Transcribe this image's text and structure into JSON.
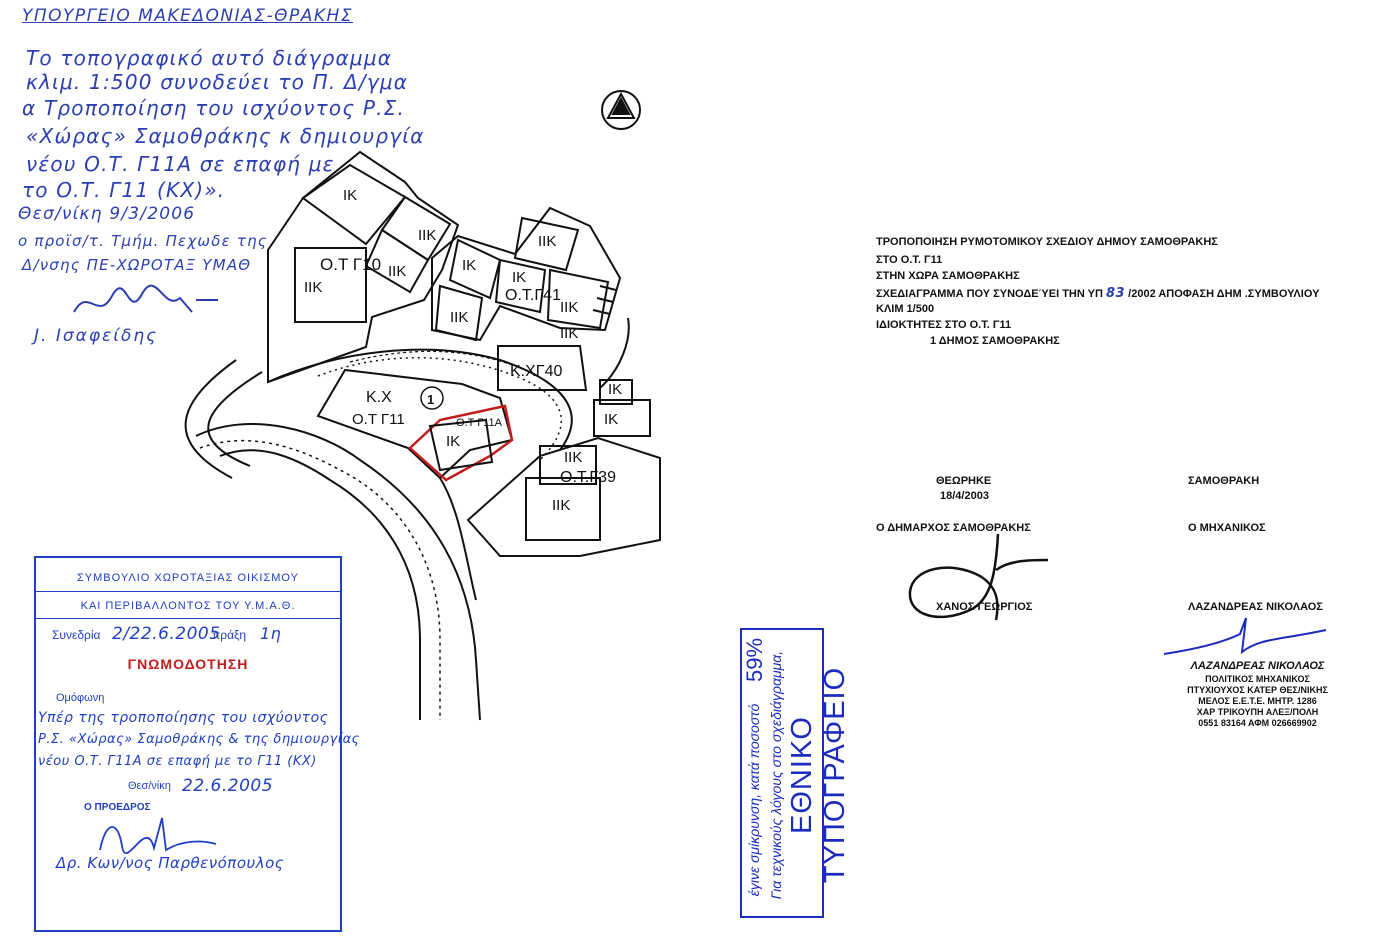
{
  "note": {
    "heading": "ΥΠΟΥΡΓΕΙΟ ΜΑΚΕΔΟΝΙΑΣ-ΘΡΑΚΗΣ",
    "lines": [
      "Το τοπογραφικό αυτό διάγραμμα",
      "κλιμ. 1:500 συνοδεύει το Π. Δ/γμα",
      "α Τροποποίηση του ισχύοντος Ρ.Σ.",
      "«Χώρας» Σαμοθράκης κ δημιουργία",
      "νέου Ο.Τ. Γ11Α σε επαφή με",
      "το Ο.Τ. Γ11 (ΚΧ)».",
      "Θεσ/νίκη 9/3/2006",
      "ο προϊσ/τ. Τμήμ. Πεχωδε της",
      "Δ/νσης ΠΕ-ΧΩΡΟΤΑΞ ΥΜΑΘ",
      "J. Ισαφείδης"
    ]
  },
  "map": {
    "labels": [
      "ΙΚ",
      "ΙΙΚ",
      "Ο.Τ Γ10",
      "ΙΙΚ",
      "ΙΙΚ",
      "ΙΙΚ",
      "ΙΚ",
      "ΙΙΚ",
      "ΙΚ",
      "Ο.Τ.Γ41",
      "ΙΙΚ",
      "ΙΙΚ",
      "Κ.ΧΓ40",
      "Κ.Χ",
      "Ο.Τ   Γ11",
      "1",
      "Ο.Τ Γ11Α",
      "ΙΚ",
      "ΙΚ",
      "ΙΚ",
      "ΙΙΚ",
      "Ο.Τ.Γ39",
      "ΙΙΚ"
    ]
  },
  "title_block": {
    "lines": [
      "ΤΡΟΠΟΠΟΙΗΣΗ ΡΥΜΟΤΟΜΙΚΟΥ ΣΧΕΔΙΟΥ ΔΗΜΟΥ ΣΑΜΟΘΡΑΚΗΣ",
      "ΣΤΟ  Ο.Τ. Γ11",
      "ΣΤΗΝ ΧΩΡΑ ΣΑΜΟΘΡΑΚΗΣ",
      "ΚΛΙΜ 1/500",
      "ΙΔΙΟΚΤΗΤΕΣ ΣΤΟ Ο.Τ.  Γ11",
      "1  ΔΗΜΟΣ ΣΑΜΟΘΡΑΚΗΣ"
    ],
    "sketch_pre": "ΣΧΕΔΙΑΓΡΑΜΜΑ ΠΟΥ ΣΥΝΟΔΕΎΕΙ ΤΗΝ  ΥΠ",
    "sketch_num": "83",
    "sketch_year": "/2002",
    "sketch_post": "ΑΠΟΦΑΣΗ ΔΗΜ .ΣΥΜΒΟΥΛΙΟΥ"
  },
  "signatures": {
    "reviewed": "ΘΕΩΡΗΚΕ",
    "date": "18/4/2003",
    "place": "ΣΑΜΟΘΡΑΚΗ",
    "mayor_role": "Ο ΔΗΜΑΡΧΟΣ ΣΑΜΟΘΡΑΚΗΣ",
    "engineer_role": "Ο ΜΗΧΑΝΙΚΟΣ",
    "mayor_name": "ΧΑΝΟΣ ΓΕΩΡΓΙΟΣ",
    "engineer_name": "ΛΑΖΑΝΔΡΕΑΣ ΝΙΚΟΛΑΟΣ"
  },
  "engineer_stamp": {
    "lines": [
      "ΛΑΖΑΝΔΡΕΑΣ  ΝΙΚΟΛΑΟΣ",
      "ΠΟΛΙΤΙΚΟΣ ΜΗΧΑΝΙΚΟΣ",
      "ΠΤΥΧΙΟΥΧΟΣ  ΚΑΤΕΡ  ΘΕΣ/ΝΙΚΗΣ",
      "ΜΕΛΟΣ Ε.Ε.Τ.Ε.  ΜΗΤΡ. 1286",
      "ΧΑΡ  ΤΡΙΚΟΥΠΗ  ΑΛΕΞ/ΠΟΛΗ",
      "0551 83164   ΑΦΜ  026669902"
    ]
  },
  "committee_stamp": {
    "line1": "ΣΥΜΒΟΥΛΙΟ ΧΩΡΟΤΑΞΙΑΣ ΟΙΚΙΣΜΟΥ",
    "line2": "ΚΑΙ ΠΕΡΙΒΑΛΛΟΝΤΟΣ ΤΟΥ Υ.Μ.Α.Θ.",
    "session_label": "Συνεδρία",
    "session_value": "2/22.6.2005",
    "act_label": "πράξη",
    "act_value": "1η",
    "opinion_title": "ΓΝΩΜΟΔΟΤΗΣΗ",
    "agreed": "Ομόφωνη",
    "text_lines": [
      "Υπέρ της τροποποίησης του ισχύοντος",
      "Ρ.Σ. «Χώρας» Σαμοθράκης & της δημιουργίας",
      "νέου Ο.Τ. Γ11Α σε επαφή με το Γ11 (ΚΧ)"
    ],
    "date_label": "Θεσ/νίκη",
    "date_value": "22.6.2005",
    "chair": "Ο ΠΡΟΕΔΡΟΣ",
    "chair_name": "Δρ. Κων/νος Παρθενόπουλος"
  },
  "typesetter_stamp": {
    "title": "ΕΘΝΙΚΟ ΤΥΠΟΓΡΑΦΕΙΟ",
    "line1": "Για τεχνικούς λόγους στο σχεδιάγραμμα,",
    "line2": "έγινε σμίκρυνση, κατά ποσοστό",
    "percent": "59%"
  }
}
